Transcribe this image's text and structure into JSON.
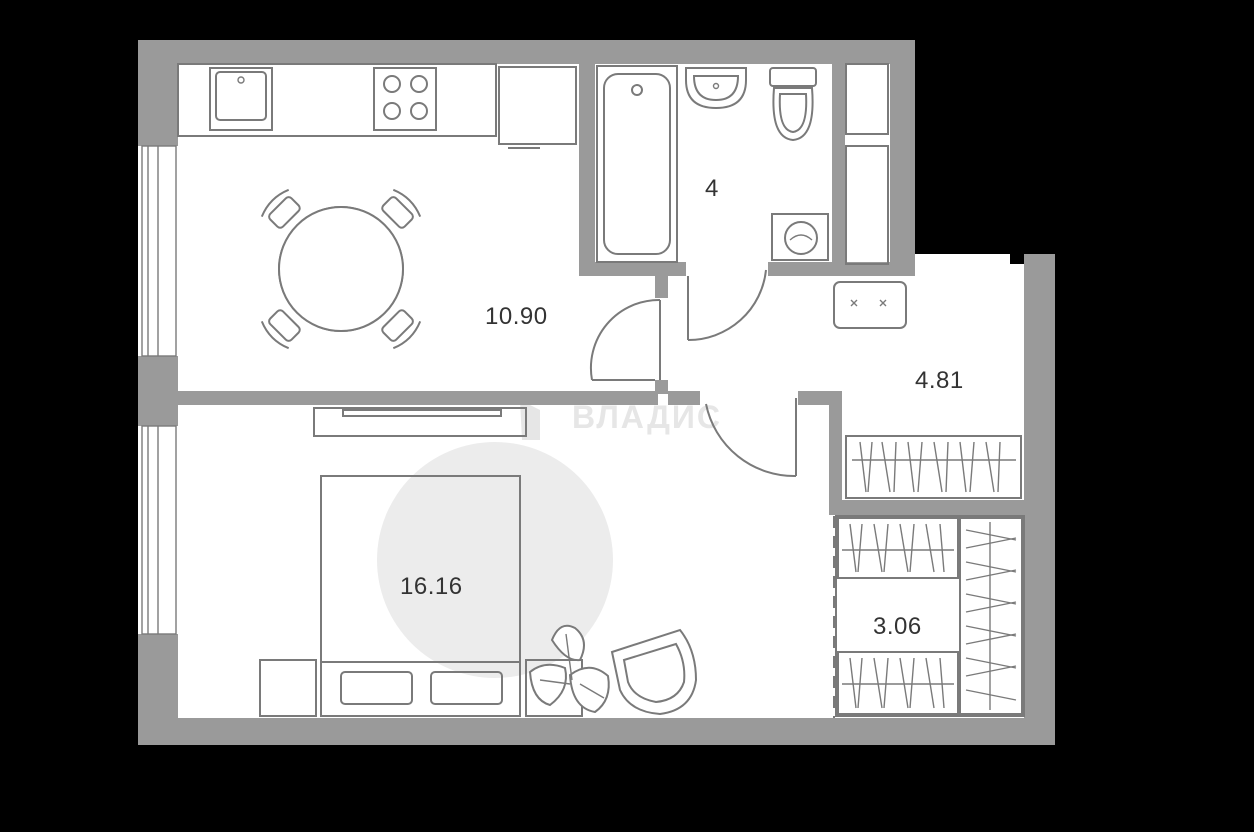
{
  "plan": {
    "watermark": "ВЛАДИС",
    "rooms": [
      {
        "id": "kitchen",
        "area": "10.90"
      },
      {
        "id": "bathroom",
        "area": "4"
      },
      {
        "id": "hallway",
        "area": "4.81"
      },
      {
        "id": "bedroom",
        "area": "16.16"
      },
      {
        "id": "closet",
        "area": "3.06"
      }
    ]
  },
  "colors": {
    "background": "#000000",
    "floor": "#ffffff",
    "wall": "#9a9a9a",
    "line": "#7a7a7a",
    "label": "#333333",
    "watermark": "#e6e6e6"
  }
}
